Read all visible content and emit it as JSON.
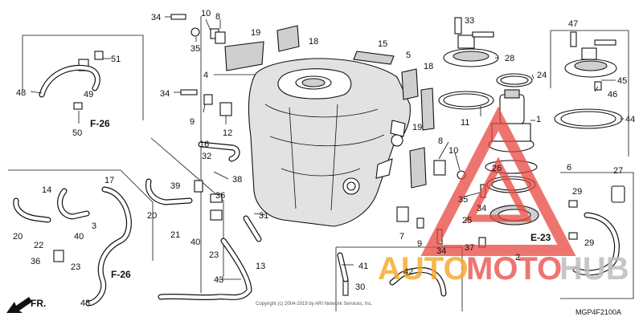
{
  "diagram": {
    "code": "MGP4F2100A",
    "copyright": "Copyright (c) 2004-2019 by ARI Network Services, Inc.",
    "fr_label": "FR.",
    "refs": {
      "f26_a": "F-26",
      "f26_b": "F-26",
      "e23": "E-23"
    },
    "callouts": {
      "n1": "1",
      "n2": "2",
      "n3": "3",
      "n4": "4",
      "n5": "5",
      "n6": "6",
      "n7": "7",
      "n8a": "8",
      "n8b": "8",
      "n9a": "9",
      "n9b": "9",
      "n10a": "10",
      "n10b": "10",
      "n11": "11",
      "n12": "12",
      "n13": "13",
      "n14": "14",
      "n15": "15",
      "n16": "16",
      "n17": "17",
      "n18a": "18",
      "n18b": "18",
      "n19a": "19",
      "n19b": "19",
      "n20a": "20",
      "n20b": "20",
      "n21": "21",
      "n22": "22",
      "n23a": "23",
      "n23b": "23",
      "n24": "24",
      "n25": "25",
      "n26": "26",
      "n27": "27",
      "n28": "28",
      "n29a": "29",
      "n29b": "29",
      "n30": "30",
      "n31": "31",
      "n32": "32",
      "n33": "33",
      "n34a": "34",
      "n34b": "34",
      "n34c": "34",
      "n34d": "34",
      "n35a": "35",
      "n35b": "35",
      "n36a": "36",
      "n36b": "36",
      "n37": "37",
      "n38": "38",
      "n39": "39",
      "n40a": "40",
      "n40b": "40",
      "n41": "41",
      "n42": "42",
      "n43a": "43",
      "n43b": "43",
      "n44": "44",
      "n45": "45",
      "n46": "46",
      "n47": "47",
      "n48": "48",
      "n49": "49",
      "n50": "50",
      "n51": "51"
    }
  },
  "watermark": {
    "text_a": "AUTO",
    "text_b": "MOTO",
    "text_c": "HUB",
    "color_orange": "#f5a623",
    "color_red": "#e8473f",
    "color_gray": "#bdbdbd"
  }
}
